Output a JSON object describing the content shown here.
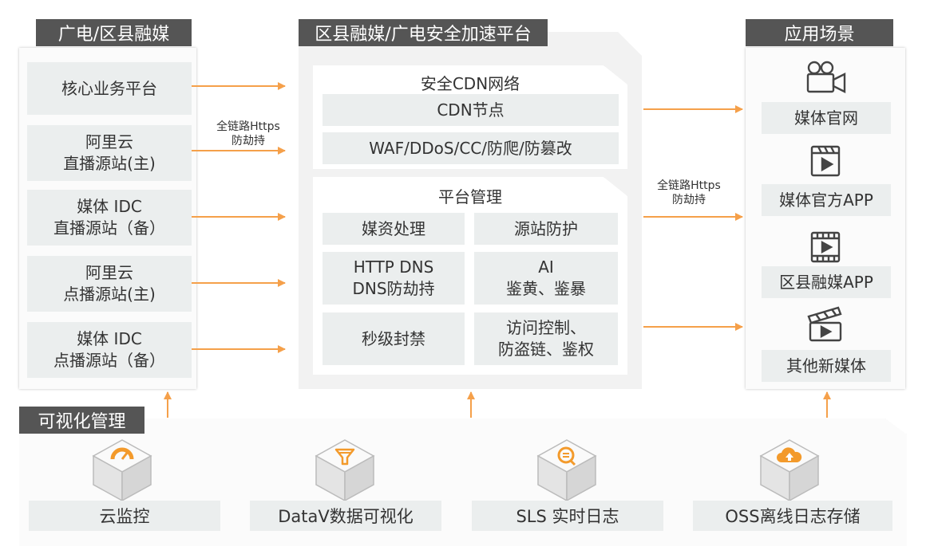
{
  "left": {
    "header": "广电/区县融媒",
    "items": [
      {
        "lines": [
          "核心业务平台"
        ]
      },
      {
        "lines": [
          "阿里云",
          "直播源站(主)"
        ]
      },
      {
        "lines": [
          "媒体 IDC",
          "直播源站（备）"
        ]
      },
      {
        "lines": [
          "阿里云",
          "点播源站(主)"
        ]
      },
      {
        "lines": [
          "媒体 IDC",
          "点播源站（备）"
        ]
      }
    ],
    "arrow_note": [
      "全链路Https",
      "防劫持"
    ]
  },
  "center": {
    "header": "区县融媒/广电安全加速平台",
    "cdn": {
      "title": "安全CDN网络",
      "rows": [
        "CDN节点",
        "WAF/DDoS/CC/防爬/防篡改"
      ]
    },
    "mgmt": {
      "title": "平台管理",
      "cells": [
        {
          "lines": [
            "媒资处理"
          ]
        },
        {
          "lines": [
            "源站防护"
          ]
        },
        {
          "lines": [
            "HTTP DNS",
            "DNS防劫持"
          ]
        },
        {
          "lines": [
            "AI",
            "鉴黄、鉴暴"
          ]
        },
        {
          "lines": [
            "秒级封禁"
          ]
        },
        {
          "lines": [
            "访问控制、",
            "防盗链、鉴权"
          ]
        }
      ]
    },
    "arrow_note": [
      "全链路Https",
      "防劫持"
    ]
  },
  "right": {
    "header": "应用场景",
    "items": [
      {
        "label": "媒体官网",
        "icon": "video-camera-icon"
      },
      {
        "label": "媒体官方APP",
        "icon": "clapperboard-icon"
      },
      {
        "label": "区县融媒APP",
        "icon": "film-play-icon"
      },
      {
        "label": "其他新媒体",
        "icon": "clapper-open-icon"
      }
    ]
  },
  "bottom": {
    "header": "可视化管理",
    "items": [
      {
        "label": "云监控",
        "icon": "gauge-icon"
      },
      {
        "label": "DataV数据可视化",
        "icon": "funnel-icon"
      },
      {
        "label": "SLS 实时日志",
        "icon": "log-search-icon"
      },
      {
        "label": "OSS离线日志存储",
        "icon": "cloud-upload-icon"
      }
    ]
  },
  "colors": {
    "arrow": "#f5a04a",
    "header": "#555555",
    "box": "#ebeeee",
    "icon_orange": "#f39a2b"
  }
}
